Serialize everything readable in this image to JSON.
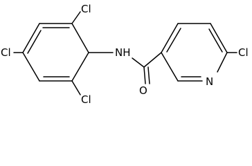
{
  "structure": {
    "atoms": [
      {
        "id": "cl_top",
        "label": "Cl"
      },
      {
        "id": "cl_left",
        "label": "Cl"
      },
      {
        "id": "cl_bottom",
        "label": "Cl"
      },
      {
        "id": "nh",
        "label": "NH"
      },
      {
        "id": "o",
        "label": "O"
      },
      {
        "id": "n_ring",
        "label": "N"
      },
      {
        "id": "cl_right",
        "label": "Cl"
      }
    ]
  },
  "colors": {
    "ink": "#000000",
    "background": "#ffffff"
  }
}
